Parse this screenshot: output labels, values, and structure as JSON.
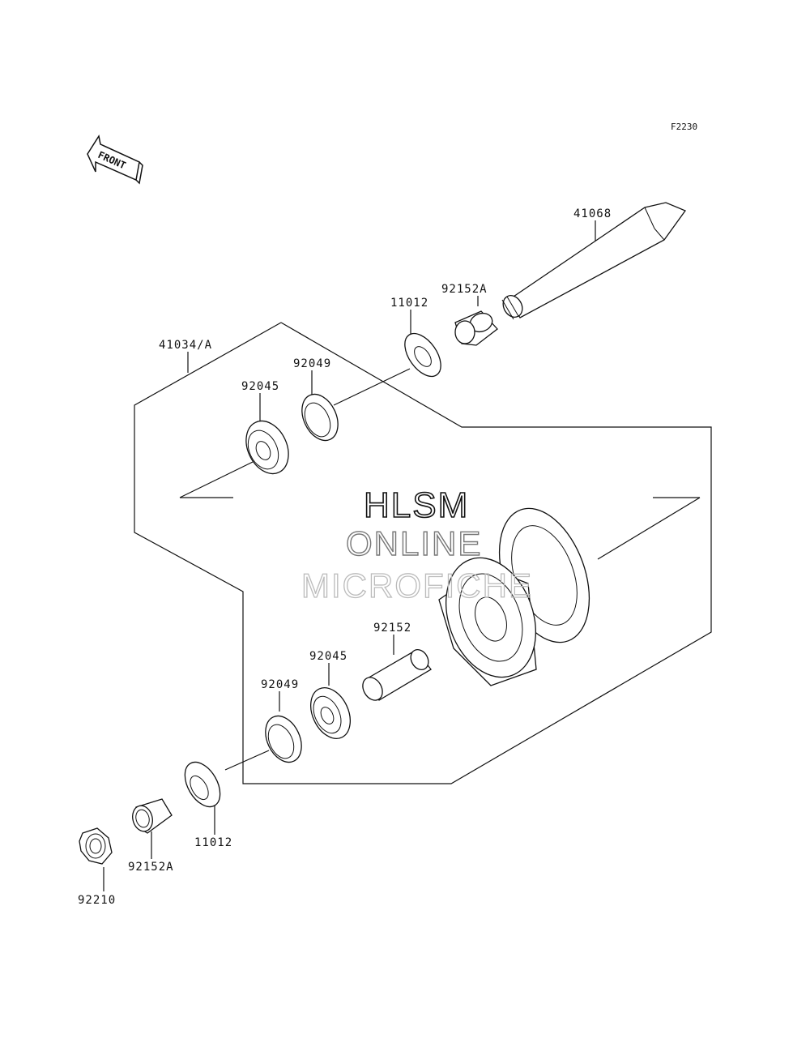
{
  "figure_code": "F2230",
  "front_label": "FRONT",
  "watermark": {
    "line1": "HLSM",
    "line2": "ONLINE",
    "line3": "MICROFICHE"
  },
  "parts": {
    "axle": "41068",
    "collar_top": "92152A",
    "seal_top": "11012",
    "hub_assembly": "41034/A",
    "oil_seal_top": "92049",
    "bearing_top": "92045",
    "spacer": "92152",
    "bearing_bottom": "92045",
    "oil_seal_bottom": "92049",
    "seal_bottom": "11012",
    "collar_bottom": "92152A",
    "nut": "92210"
  }
}
